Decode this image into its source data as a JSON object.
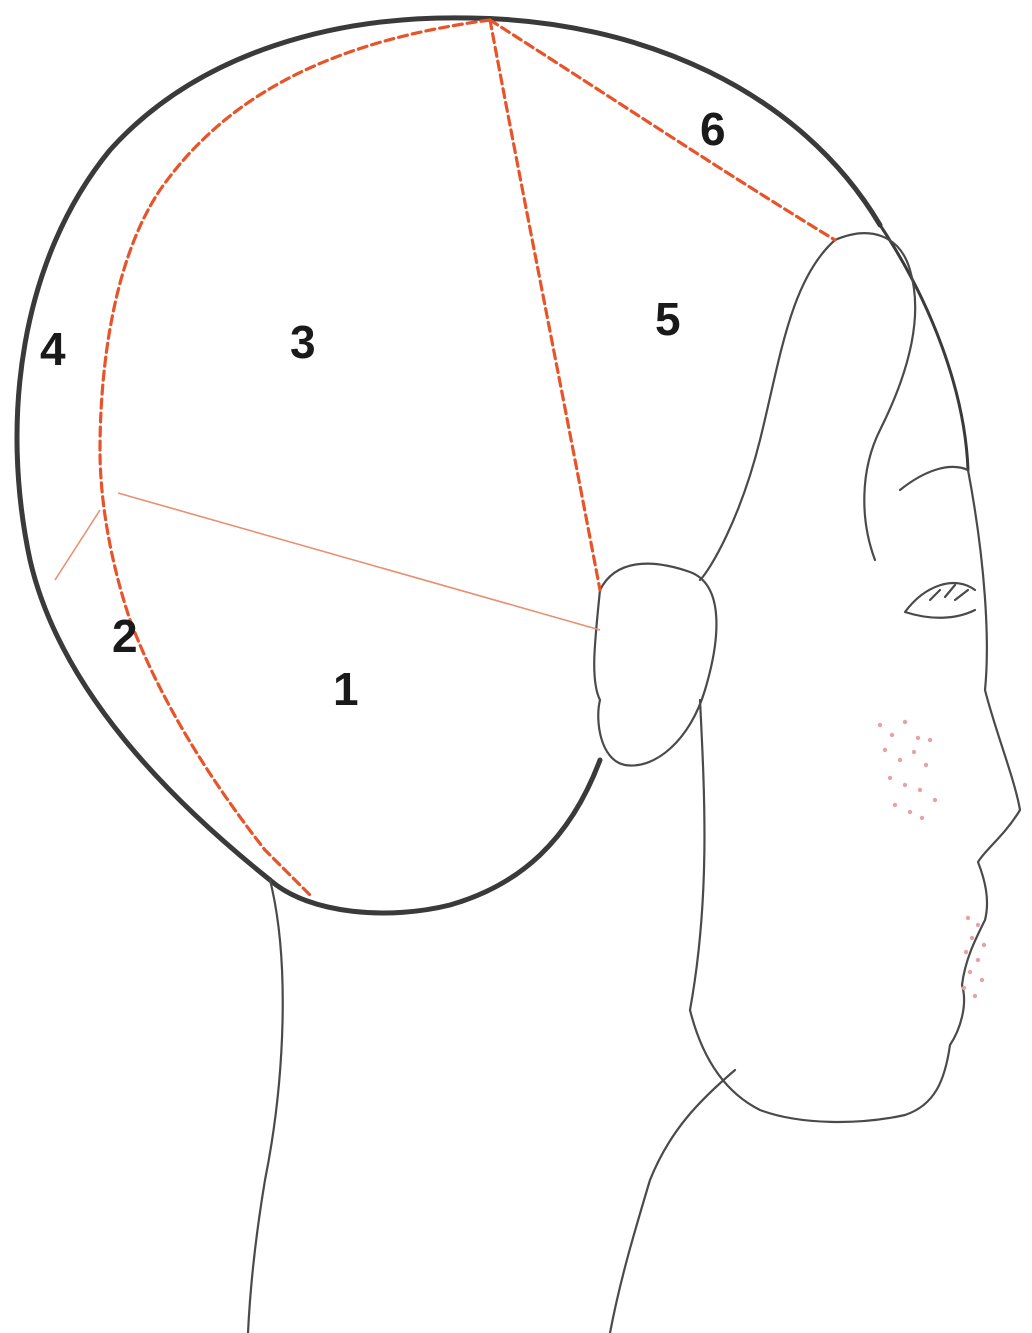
{
  "colors": {
    "outline": "#3a3a3a",
    "section_line": "#e8542a",
    "section_line_thin": "#e89070",
    "blush": "#e7a3a3"
  },
  "zones": [
    {
      "id": "zone-1",
      "label": "1"
    },
    {
      "id": "zone-2",
      "label": "2"
    },
    {
      "id": "zone-3",
      "label": "3"
    },
    {
      "id": "zone-4",
      "label": "4"
    },
    {
      "id": "zone-5",
      "label": "5"
    },
    {
      "id": "zone-6",
      "label": "6"
    }
  ]
}
